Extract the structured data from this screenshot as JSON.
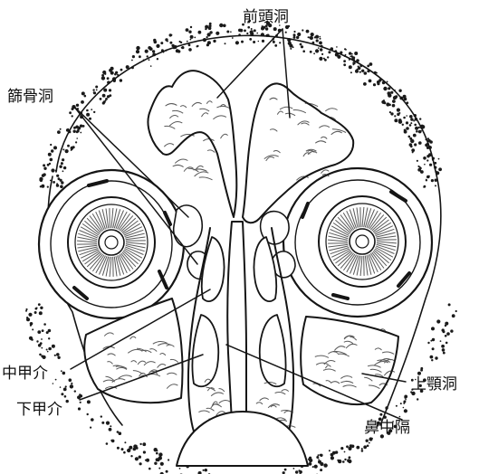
{
  "labels": {
    "frontal_sinus": "前頭洞",
    "ethmoid_sinus": "篩骨洞",
    "middle_turbinate": "中甲介",
    "inferior_turbinate": "下甲介",
    "maxillary_sinus": "上顎洞",
    "nasal_septum": "鼻中隔"
  }
}
